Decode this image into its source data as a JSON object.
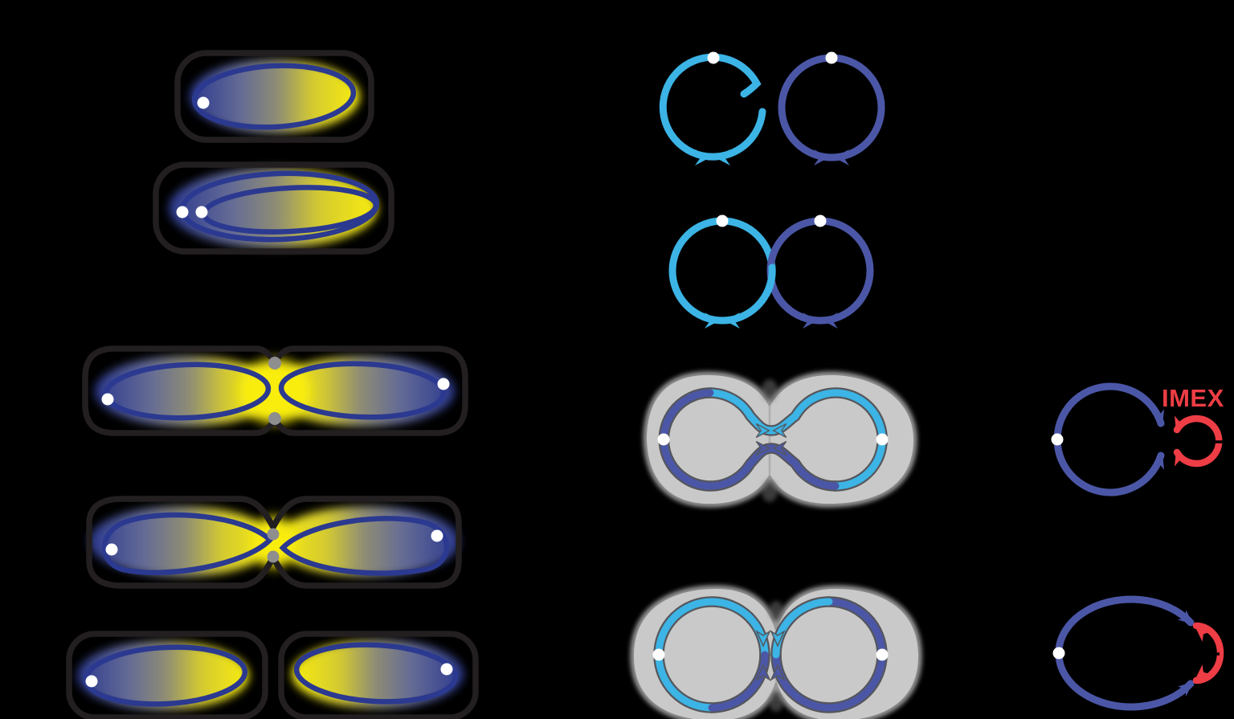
{
  "figure": {
    "labels": {
      "imex": "IMEX"
    },
    "markers": {
      "origin": "white-dot",
      "dif_site": "converging-arrowheads",
      "septum": "gray-dot"
    }
  },
  "colors": {
    "background": "#000000",
    "cell_outline": "#231f20",
    "nucleoid_navy": "#2b3990",
    "nucleoid_yellow": "#f9ed0f",
    "chromosome_cyan": "#3cb4e5",
    "chromosome_blue": "#4b57a6",
    "imex_red": "#ee3d45",
    "dividing_cell_gray": "#c9c9c9",
    "dividing_cell_edge": "#9a9a9a",
    "septum_gray": "#8e8e8e",
    "ori_white": "#ffffff",
    "strand_outline": "#55565c"
  }
}
